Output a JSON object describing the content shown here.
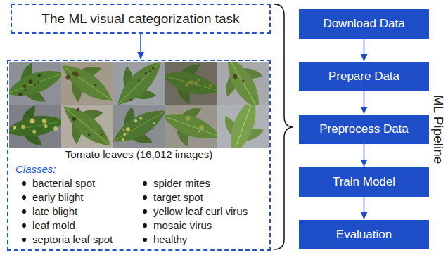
{
  "diagram": {
    "nodes": [
      {
        "text": [
          "The ML visual categorization task"
        ]
      },
      {
        "text": [
          "Tomato leaves (16,012 images)",
          "Classes:",
          "bacterial spot",
          "early blight",
          "late blight",
          "leaf mold",
          "septoria leaf spot",
          "spider mites",
          "target spot",
          "yellow leaf curl virus",
          "mosaic virus",
          "healthy"
        ]
      },
      {
        "text": [
          "Download Data"
        ]
      },
      {
        "text": [
          "Prepare Data"
        ]
      },
      {
        "text": [
          "Preprocess Data"
        ]
      },
      {
        "text": [
          "Train Model"
        ]
      },
      {
        "text": [
          "Evaluation"
        ]
      }
    ],
    "edges": [
      {
        "from": 0,
        "to": 1,
        "arrow": "to"
      },
      {
        "from": 2,
        "to": 3,
        "arrow": "to"
      },
      {
        "from": 3,
        "to": 4,
        "arrow": "to"
      },
      {
        "from": 4,
        "to": 5,
        "arrow": "to"
      },
      {
        "from": 5,
        "to": 6,
        "arrow": "to"
      }
    ],
    "labels": [
      "ML Pipeline"
    ]
  }
}
